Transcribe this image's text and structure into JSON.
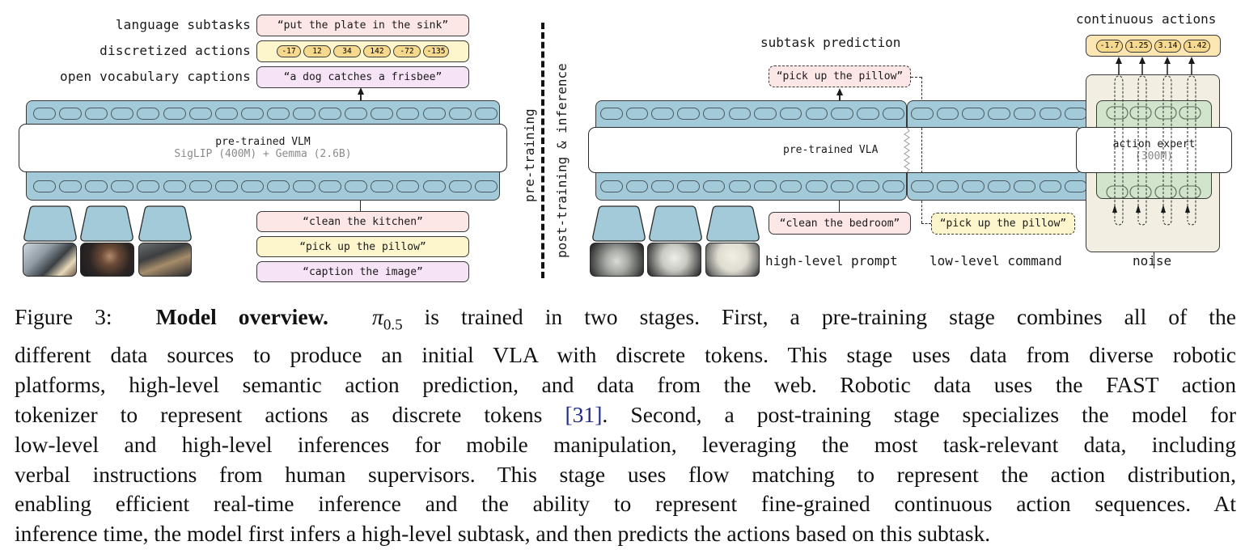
{
  "figure": {
    "left_panel": {
      "output_labels": [
        "language subtasks",
        "discretized actions",
        "open vocabulary captions"
      ],
      "language_subtask_output": "“put the plate in the sink”",
      "discretized_action_tokens": [
        "-17",
        "12",
        "34",
        "142",
        "-72",
        "-135"
      ],
      "caption_output": "“a dog catches a frisbee”",
      "model_title": "pre-trained VLM",
      "model_subtitle": "SigLIP (400M) + Gemma (2.6B)",
      "input_prompts": [
        "“clean the kitchen”",
        "“pick up the pillow”",
        "“caption the image”"
      ],
      "image_descriptions": [
        "robot kitchen scene",
        "dog with frisbee",
        "robot arm at counter"
      ],
      "token_count_per_row": 18
    },
    "divider": {
      "left_label": "pre-training",
      "right_label": "post-training & inference"
    },
    "right_panel": {
      "subtask_label": "subtask prediction",
      "subtask_output": "“pick up the pillow”",
      "model_title": "pre-trained VLA",
      "high_level_prompt": "“clean the bedroom”",
      "low_level_command": "“pick up the pillow”",
      "bottom_labels": [
        "high-level prompt",
        "low-level command",
        "noise"
      ],
      "continuous_actions_label": "continuous actions",
      "continuous_action_values": [
        "-1.7",
        "1.25",
        "3.14",
        "1.42"
      ],
      "action_expert_title": "action expert",
      "action_expert_subtitle": "(300M)",
      "image_descriptions": [
        "bedroom fisheye view 1",
        "bedroom fisheye view 2",
        "bedroom fisheye view 3"
      ]
    },
    "colors": {
      "token_blue": "#a3cad8",
      "action_expert_green": "#d2e4cc",
      "action_expert_bg": "#f2eee2",
      "pink": "#fde7e6",
      "yellow": "#fdf5cc",
      "lavender": "#f6e4f6",
      "pill_gold": "#f6d98c",
      "citation_blue": "#1f2a8a"
    }
  },
  "caption": {
    "prefix": "Figure 3:",
    "bold_title": "Model overview.",
    "symbol": "π",
    "symbol_subscript": "0.5",
    "lines": [
      " is trained in two stages.  First, a pre-training stage combines all of the",
      "different data sources to produce an initial VLA with discrete tokens. This stage uses data from diverse robotic",
      "platforms, high-level semantic action prediction, and data from the web.  Robotic data uses the FAST action",
      "tokenizer to represent actions as discrete tokens ",
      "low-level and high-level inferences for mobile manipulation, leveraging the most task-relevant data, including",
      "verbal instructions from human supervisors. This stage uses flow matching to represent the action distribution,",
      "enabling efficient real-time inference and the ability to represent fine-grained continuous action sequences. At",
      "inference time, the model first infers a high-level subtask, and then predicts the actions based on this subtask."
    ],
    "citation": "[31]",
    "line4_suffix": ".  Second, a post-training stage specializes the model for"
  }
}
